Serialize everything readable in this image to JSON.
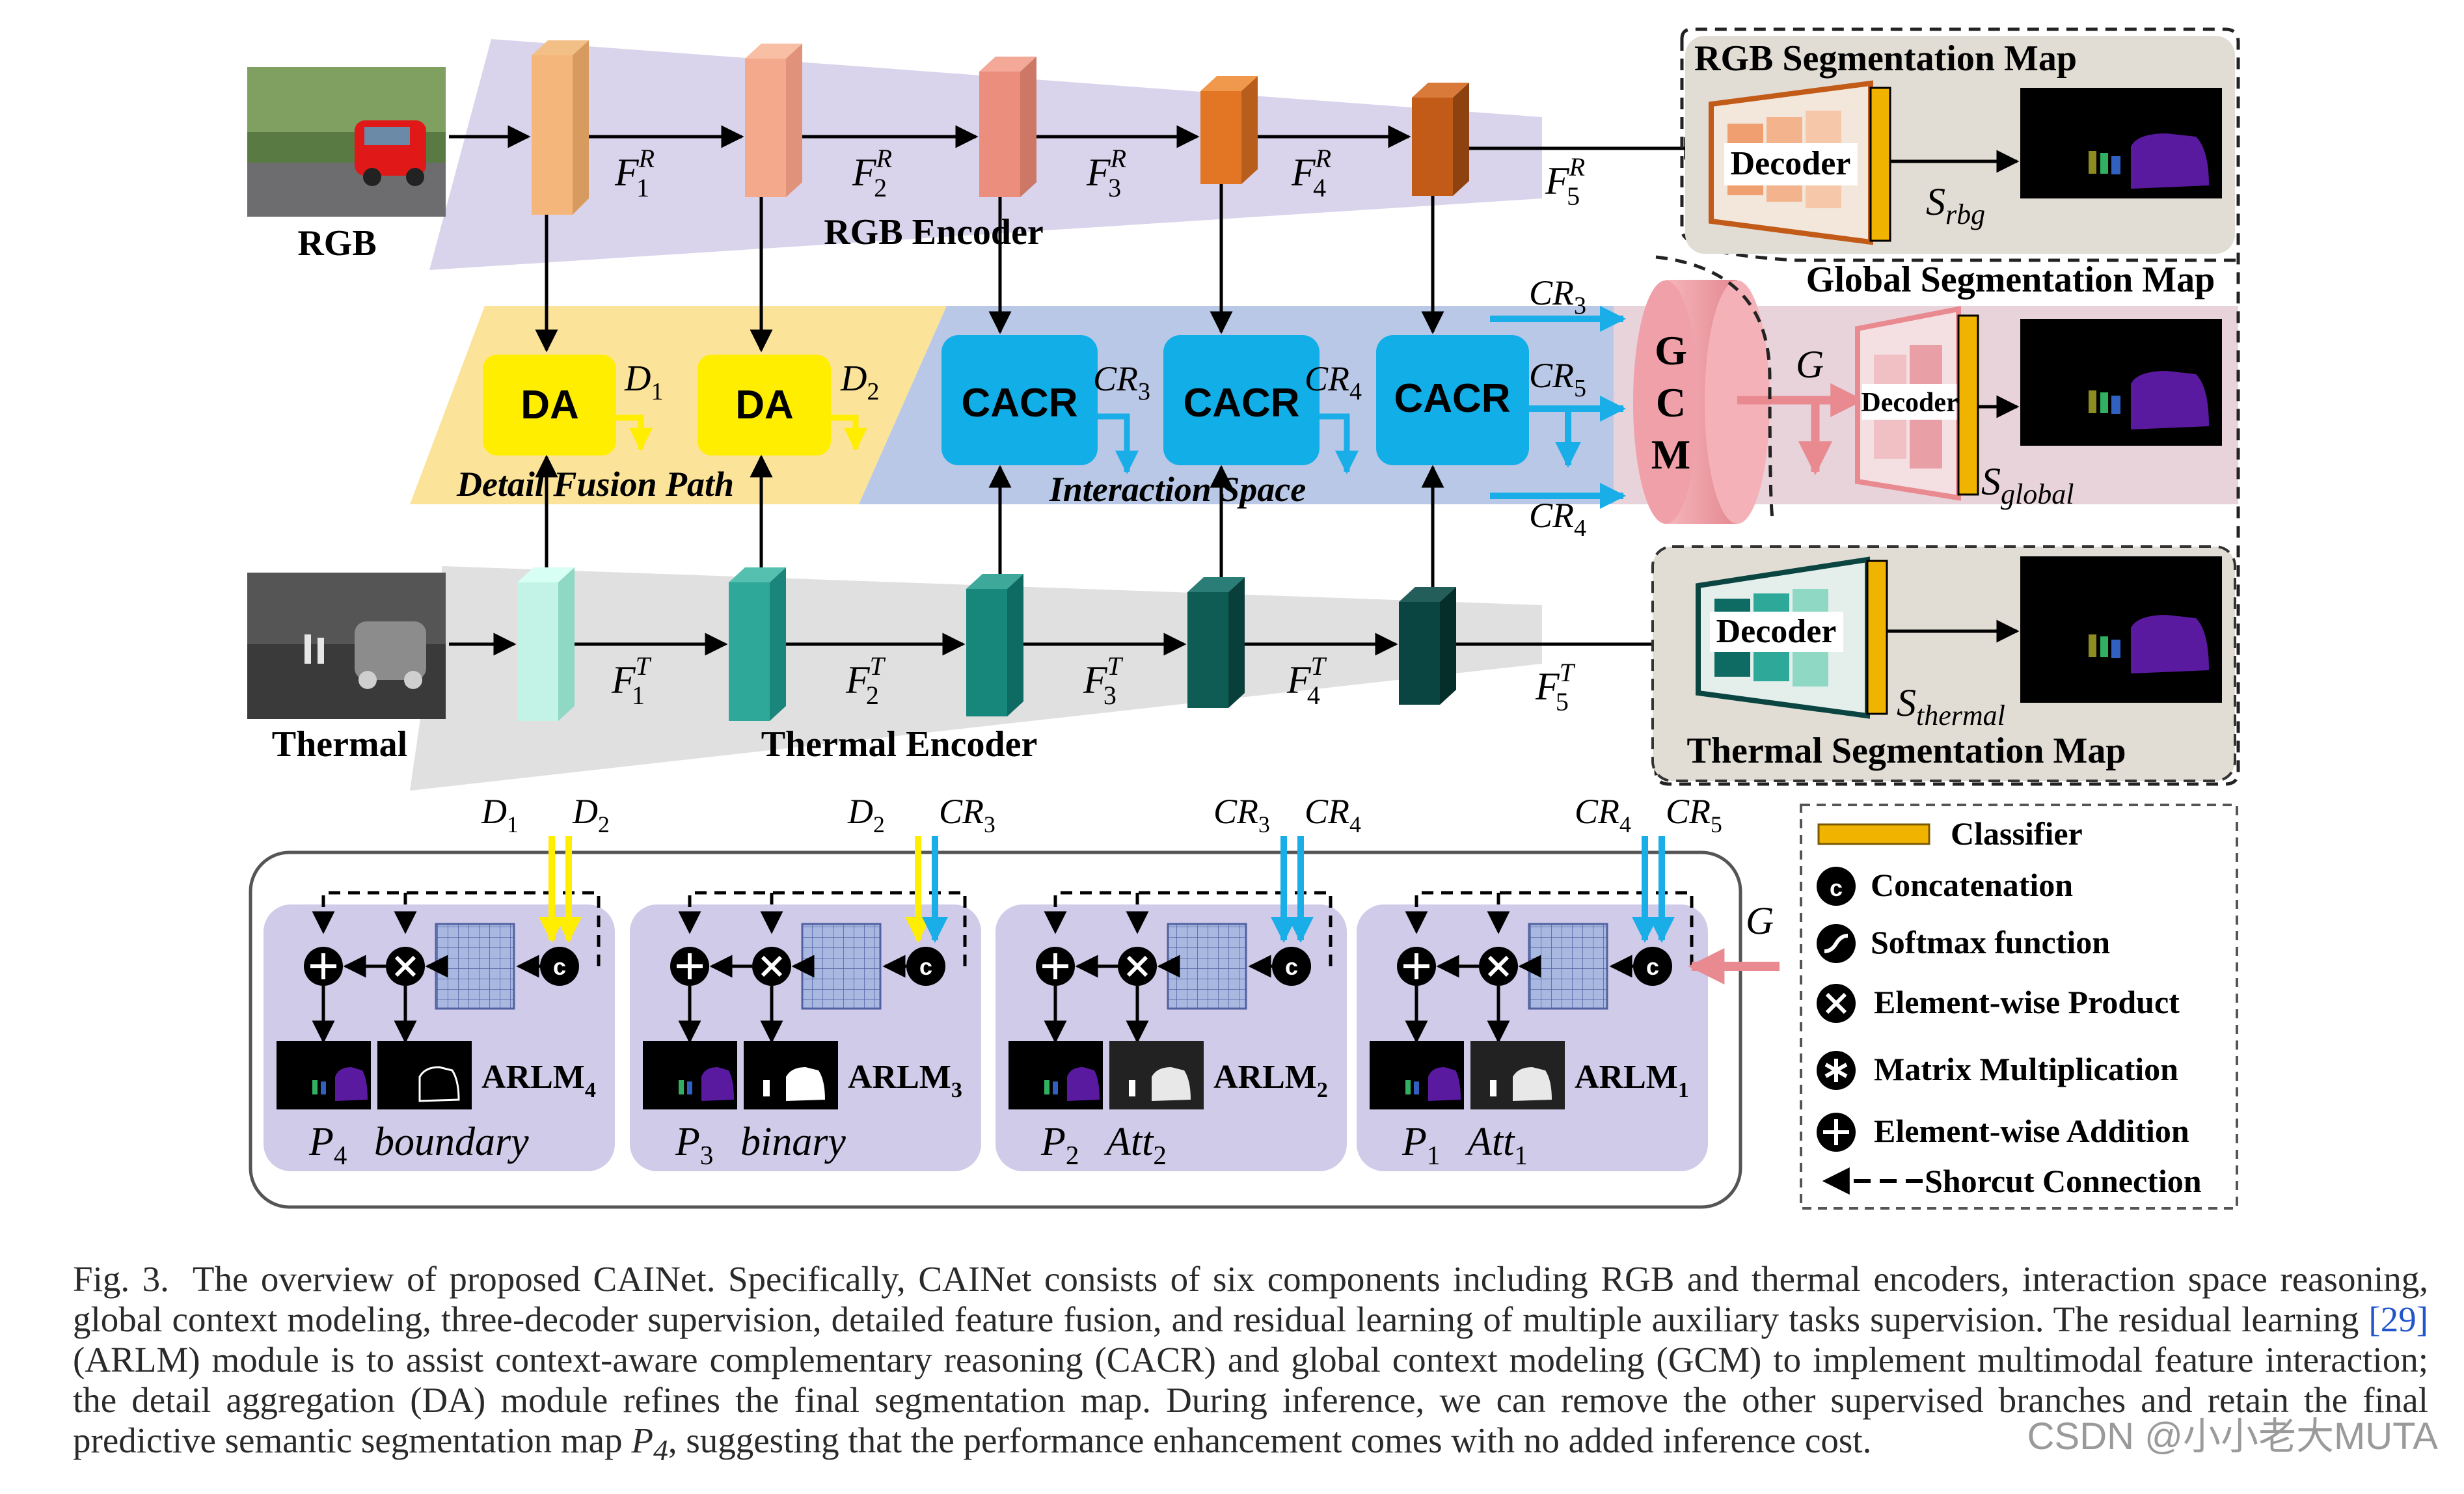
{
  "labels": {
    "rgb": "RGB",
    "thermal": "Thermal",
    "rgb_encoder": "RGB Encoder",
    "thermal_encoder": "Thermal Encoder",
    "rgb_seg_map": "RGB Segmentation Map",
    "global_seg_map": "Global Segmentation Map",
    "thermal_seg_map": "Thermal Segmentation Map",
    "detail_fusion_path": "Detail Fusion Path",
    "interaction_space": "Interaction Space",
    "decoder": "Decoder",
    "da": "DA",
    "cacr": "CACR",
    "gcm": [
      "G",
      "C",
      "M"
    ]
  },
  "math": {
    "F": "F",
    "R": "R",
    "T": "T",
    "rgb_feats": [
      "1",
      "2",
      "3",
      "4",
      "5"
    ],
    "thermal_feats": [
      "1",
      "2",
      "3",
      "4",
      "5"
    ],
    "CR": "CR",
    "D": "D",
    "S": "S",
    "s_rbg": "rbg",
    "s_global": "global",
    "s_thermal": "thermal",
    "G": "G",
    "cr_sub": [
      "3",
      "4",
      "5"
    ],
    "d_sub": [
      "1",
      "2"
    ]
  },
  "arlm": [
    {
      "name": "ARLM",
      "sub": "4",
      "p": "P",
      "p_sub": "4",
      "aux": "boundary",
      "aux_sub": "",
      "top_left": "D",
      "top_left_sub": "1",
      "top_right": "D",
      "top_right_sub": "2"
    },
    {
      "name": "ARLM",
      "sub": "3",
      "p": "P",
      "p_sub": "3",
      "aux": "binary",
      "aux_sub": "",
      "top_left": "D",
      "top_left_sub": "2",
      "top_right": "CR",
      "top_right_sub": "3"
    },
    {
      "name": "ARLM",
      "sub": "2",
      "p": "P",
      "p_sub": "2",
      "aux": "Att",
      "aux_sub": "2",
      "top_left": "CR",
      "top_left_sub": "3",
      "top_right": "CR",
      "top_right_sub": "4"
    },
    {
      "name": "ARLM",
      "sub": "1",
      "p": "P",
      "p_sub": "1",
      "aux": "Att",
      "aux_sub": "1",
      "top_left": "CR",
      "top_left_sub": "4",
      "top_right": "CR",
      "top_right_sub": "5"
    }
  ],
  "legend": {
    "items": [
      "Classifier",
      "Concatenation",
      "Softmax function",
      "Element-wise Product",
      "Matrix Multiplication",
      "Element-wise Addition",
      "Shorcut Connection"
    ]
  },
  "caption": {
    "label": "Fig. 3.",
    "part1": "The overview of proposed CAINet. Specifically, CAINet consists of six components including RGB and thermal encoders, interaction space reasoning, global context modeling, three-decoder supervision, detailed feature fusion, and residual learning of multiple auxiliary tasks supervision. The residual learning",
    "ref": "[29]",
    "part2": "(ARLM) module is to assist context-aware complementary reasoning (CACR) and global context modeling (GCM) to implement multimodal feature interaction; the detail aggregation (DA) module refines the final segmentation map. During inference, we can remove the other supervised branches and retain the final predictive semantic segmentation map",
    "p4": "P",
    "p4_sub": "4",
    "part3": ", suggesting that the performance enhancement comes with no added inference cost."
  },
  "watermark": "CSDN @小小老大MUTA",
  "colors": {
    "yellow": "#ffee00",
    "cyan": "#1aaee8",
    "pink": "#e88a90",
    "lavender": "#d7d4ea",
    "classifier": "#f0b400"
  }
}
